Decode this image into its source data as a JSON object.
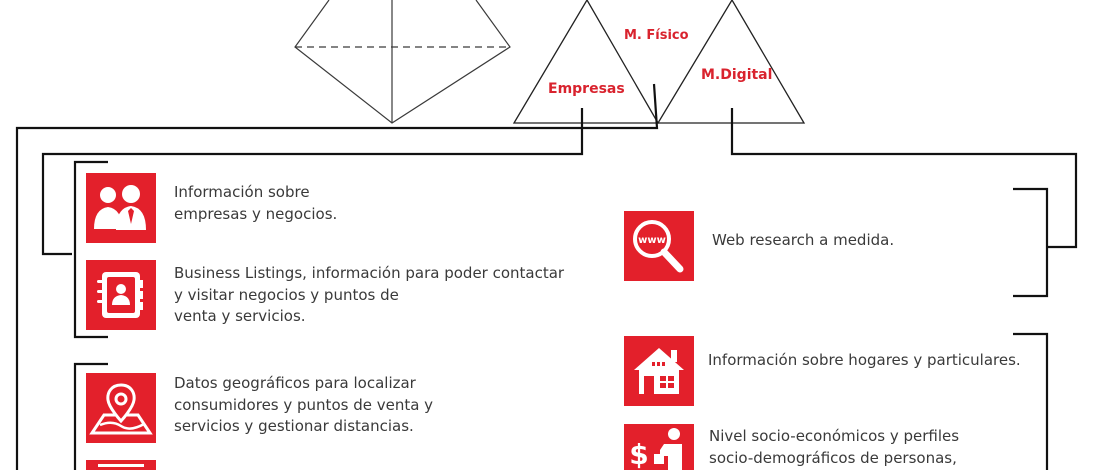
{
  "theme": {
    "accent": "#e3202b",
    "accent_text": "#d9232e",
    "text": "#3a3a3a",
    "lines": "#111111"
  },
  "triangles": {
    "fisico": "M. Físico",
    "empresas": "Empresas",
    "digital": "M.Digital"
  },
  "items": {
    "empresas_info": [
      "Información sobre",
      "empresas y negocios."
    ],
    "business_listings": [
      "Business Listings, información para poder contactar",
      "y visitar negocios y puntos de",
      "venta y servicios."
    ],
    "geo": [
      "Datos geográficos para localizar",
      "consumidores y puntos de venta y",
      "servicios y gestionar distancias."
    ],
    "web_research": [
      "Web research a medida."
    ],
    "hogares": [
      "Información sobre hogares y particulares."
    ],
    "socio": [
      "Nivel socio-económicos y perfiles",
      "socio-demográficos de personas,"
    ]
  },
  "icons": {
    "empresas_info": "people-icon",
    "business_listings": "contact-book-icon",
    "geo": "map-pin-icon",
    "web_research": "www-search-icon",
    "hogares": "house-icon",
    "socio": "money-person-icon"
  }
}
